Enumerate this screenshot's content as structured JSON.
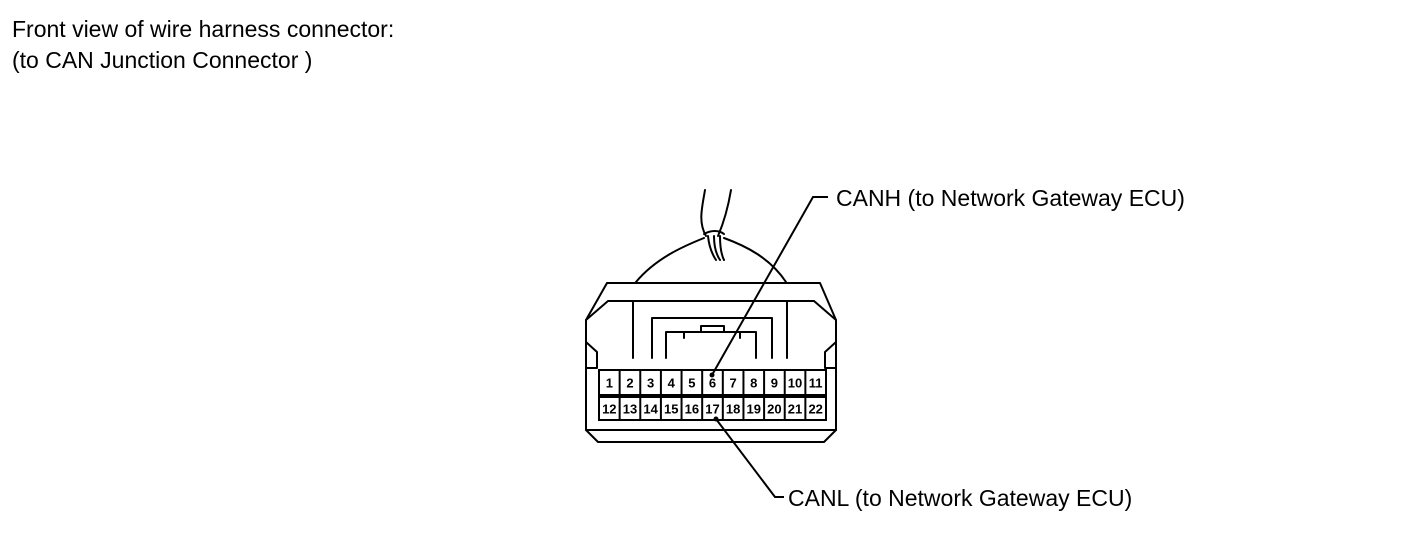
{
  "caption": {
    "line1": "Front view of wire harness connector:",
    "line2": "(to CAN Junction Connector )"
  },
  "connector": {
    "top_row_pins": [
      "1",
      "2",
      "3",
      "4",
      "5",
      "6",
      "7",
      "8",
      "9",
      "10",
      "11"
    ],
    "bottom_row_pins": [
      "12",
      "13",
      "14",
      "15",
      "16",
      "17",
      "18",
      "19",
      "20",
      "21",
      "22"
    ]
  },
  "callouts": {
    "canh": "CANH (to Network Gateway ECU)",
    "canl": "CANL (to Network Gateway ECU)"
  }
}
